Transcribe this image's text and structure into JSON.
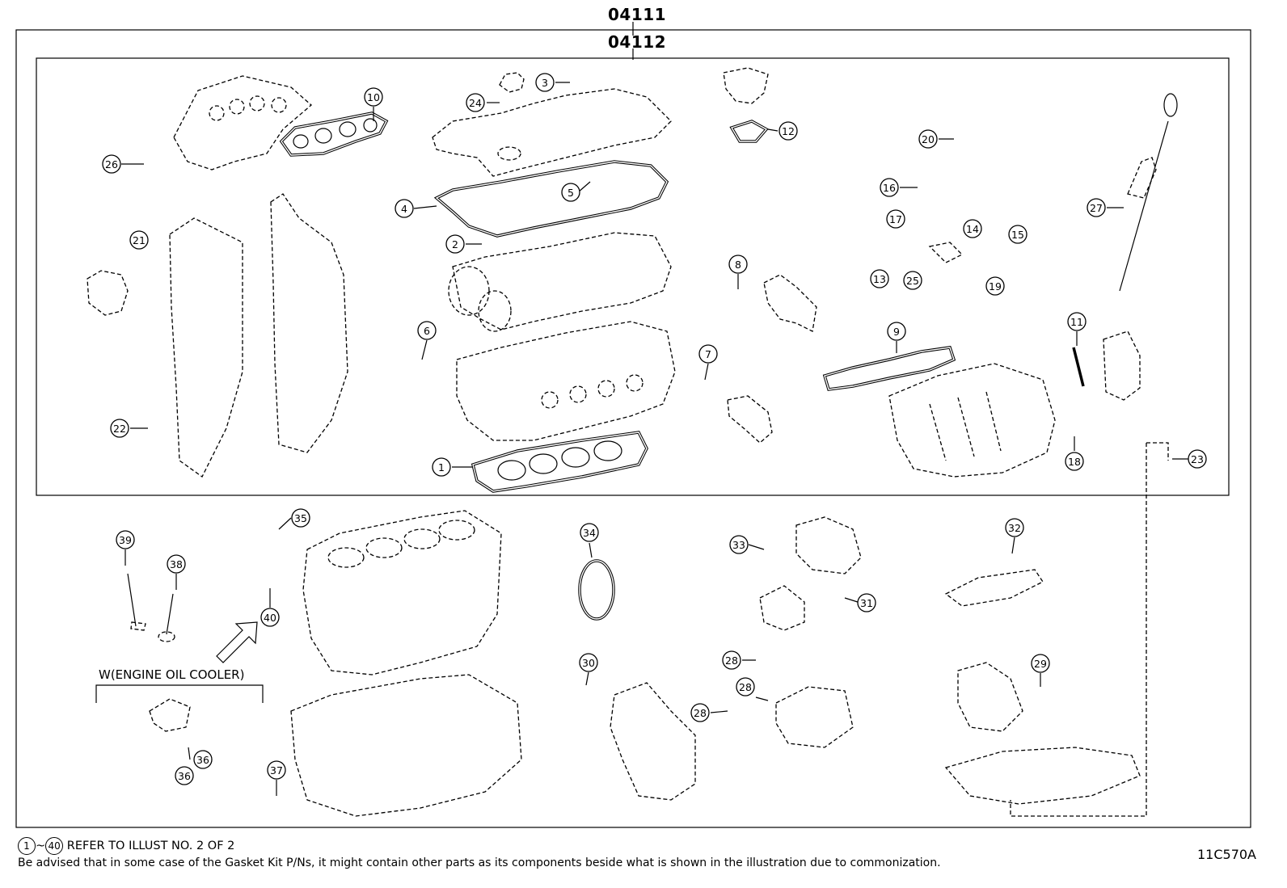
{
  "header": {
    "kit_code_outer": "04111",
    "kit_code_inner": "04112"
  },
  "callouts": [
    {
      "num": "1"
    },
    {
      "num": "2"
    },
    {
      "num": "3"
    },
    {
      "num": "4"
    },
    {
      "num": "5"
    },
    {
      "num": "6"
    },
    {
      "num": "7"
    },
    {
      "num": "8"
    },
    {
      "num": "9"
    },
    {
      "num": "10"
    },
    {
      "num": "11"
    },
    {
      "num": "12"
    },
    {
      "num": "13"
    },
    {
      "num": "14"
    },
    {
      "num": "15"
    },
    {
      "num": "16"
    },
    {
      "num": "17"
    },
    {
      "num": "18"
    },
    {
      "num": "19"
    },
    {
      "num": "20"
    },
    {
      "num": "21"
    },
    {
      "num": "22"
    },
    {
      "num": "23"
    },
    {
      "num": "24"
    },
    {
      "num": "25"
    },
    {
      "num": "26"
    },
    {
      "num": "27"
    },
    {
      "num": "28"
    },
    {
      "num": "28"
    },
    {
      "num": "28"
    },
    {
      "num": "29"
    },
    {
      "num": "30"
    },
    {
      "num": "31"
    },
    {
      "num": "32"
    },
    {
      "num": "33"
    },
    {
      "num": "34"
    },
    {
      "num": "35"
    },
    {
      "num": "36"
    },
    {
      "num": "36"
    },
    {
      "num": "37"
    },
    {
      "num": "38"
    },
    {
      "num": "39"
    },
    {
      "num": "40"
    }
  ],
  "oil_cooler_note": "W(ENGINE OIL COOLER)",
  "footer": {
    "range_start": "1",
    "range_sep": "~",
    "range_end": "40",
    "refer_text": "REFER TO ILLUST NO. 2 OF 2",
    "advisory": "Be advised that in some case of the Gasket Kit P/Ns,  it might contain other parts as its components beside what is shown in the illustration due to commonization.",
    "figure_id": "11C570A"
  }
}
